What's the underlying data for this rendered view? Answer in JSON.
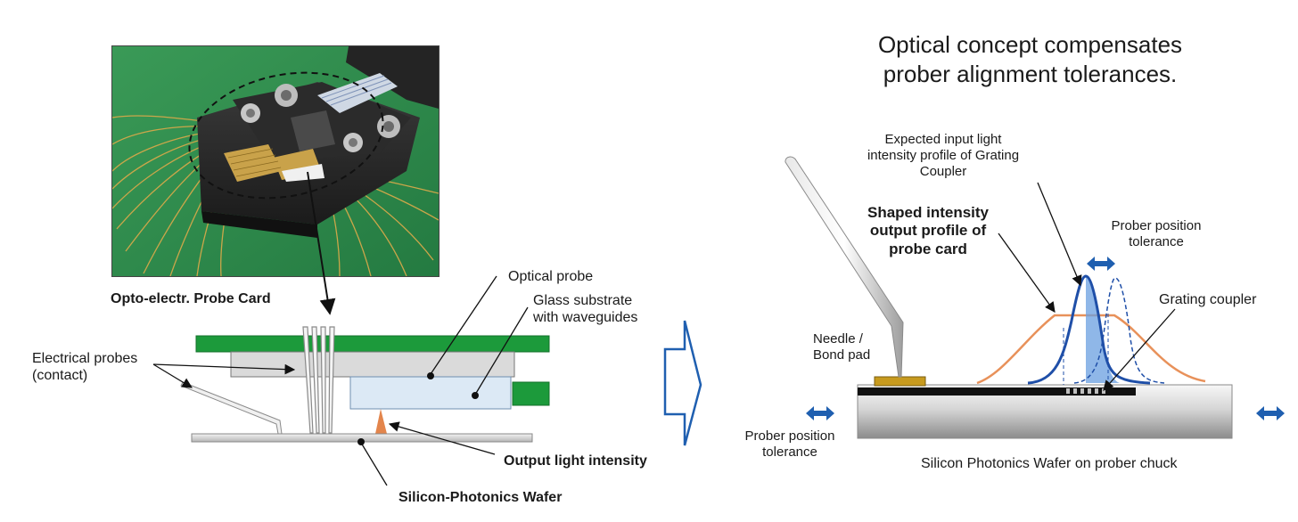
{
  "title": "Optical concept compensates\nprober alignment tolerances.",
  "left": {
    "probe_card_label": "Opto-electr. Probe Card",
    "optical_probe_label": "Optical probe",
    "glass_substrate_label": "Glass substrate\nwith waveguides",
    "electrical_probes_label": "Electrical probes\n(contact)",
    "output_light_label": "Output light intensity",
    "wafer_label": "Silicon-Photonics Wafer"
  },
  "right": {
    "expected_profile_label": "Expected input light\nintensity profile of Grating\nCoupler",
    "shaped_profile_label": "Shaped intensity\noutput profile of\nprobe card",
    "prober_tolerance_top_label": "Prober position\ntolerance",
    "grating_coupler_label": "Grating coupler",
    "needle_label": "Needle /\nBond pad",
    "prober_tolerance_left_label": "Prober position\ntolerance",
    "wafer_chuck_label": "Silicon Photonics Wafer on prober chuck"
  },
  "colors": {
    "pcb_green": "#1c9a3b",
    "photo_green": "#2f8a4a",
    "gold": "#c8a24a",
    "arrow_blue": "#1f5fb0",
    "curve_blue": "#1f4fa8",
    "curve_orange": "#e8915a",
    "glass_fill": "#dce9f5",
    "cone_orange": "#e3854c",
    "pad_gold": "#c79a1e"
  }
}
